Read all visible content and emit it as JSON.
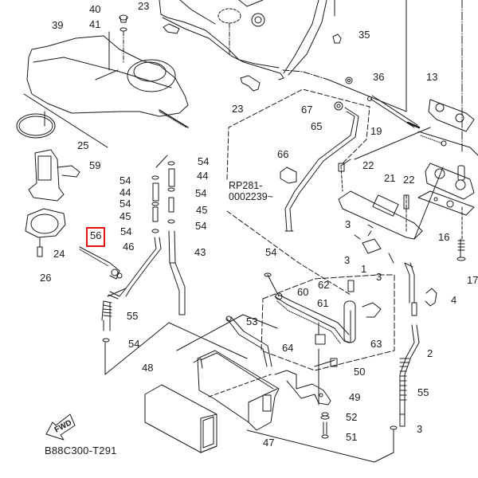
{
  "diagram": {
    "title": "Fuel tank parts exploded view",
    "drawing_code": "B88C300-T291",
    "serial_note": "RP281-\n0002239~",
    "direction_label": "FWD",
    "highlighted_part": "56",
    "highlight_color": "#e01010",
    "line_color": "#1a1a1a"
  },
  "callouts": [
    {
      "id": "40",
      "label": "40"
    },
    {
      "id": "41",
      "label": "41"
    },
    {
      "id": "39",
      "label": "39"
    },
    {
      "id": "23a",
      "label": "23"
    },
    {
      "id": "23b",
      "label": "23"
    },
    {
      "id": "35",
      "label": "35"
    },
    {
      "id": "36",
      "label": "36"
    },
    {
      "id": "13",
      "label": "13"
    },
    {
      "id": "67",
      "label": "67"
    },
    {
      "id": "65",
      "label": "65"
    },
    {
      "id": "19",
      "label": "19"
    },
    {
      "id": "25",
      "label": "25"
    },
    {
      "id": "59",
      "label": "59"
    },
    {
      "id": "54a",
      "label": "54"
    },
    {
      "id": "54b",
      "label": "54"
    },
    {
      "id": "44a",
      "label": "44"
    },
    {
      "id": "44b",
      "label": "44"
    },
    {
      "id": "54c",
      "label": "54"
    },
    {
      "id": "54d",
      "label": "54"
    },
    {
      "id": "45a",
      "label": "45"
    },
    {
      "id": "45b",
      "label": "45"
    },
    {
      "id": "54e",
      "label": "54"
    },
    {
      "id": "54f",
      "label": "54"
    },
    {
      "id": "66",
      "label": "66"
    },
    {
      "id": "22a",
      "label": "22"
    },
    {
      "id": "21",
      "label": "21"
    },
    {
      "id": "22b",
      "label": "22"
    },
    {
      "id": "24",
      "label": "24"
    },
    {
      "id": "56",
      "label": "56"
    },
    {
      "id": "46",
      "label": "46"
    },
    {
      "id": "43",
      "label": "43"
    },
    {
      "id": "26",
      "label": "26"
    },
    {
      "id": "3a",
      "label": "3"
    },
    {
      "id": "3b",
      "label": "3"
    },
    {
      "id": "1",
      "label": "1"
    },
    {
      "id": "3c",
      "label": "3"
    },
    {
      "id": "16",
      "label": "16"
    },
    {
      "id": "17",
      "label": "17"
    },
    {
      "id": "54g",
      "label": "54"
    },
    {
      "id": "60",
      "label": "60"
    },
    {
      "id": "62",
      "label": "62"
    },
    {
      "id": "61",
      "label": "61"
    },
    {
      "id": "4",
      "label": "4"
    },
    {
      "id": "55a",
      "label": "55"
    },
    {
      "id": "54h",
      "label": "54"
    },
    {
      "id": "53",
      "label": "53"
    },
    {
      "id": "64",
      "label": "64"
    },
    {
      "id": "63",
      "label": "63"
    },
    {
      "id": "2",
      "label": "2"
    },
    {
      "id": "50",
      "label": "50"
    },
    {
      "id": "48",
      "label": "48"
    },
    {
      "id": "55b",
      "label": "55"
    },
    {
      "id": "49",
      "label": "49"
    },
    {
      "id": "52",
      "label": "52"
    },
    {
      "id": "3d",
      "label": "3"
    },
    {
      "id": "51",
      "label": "51"
    },
    {
      "id": "47",
      "label": "47"
    }
  ]
}
